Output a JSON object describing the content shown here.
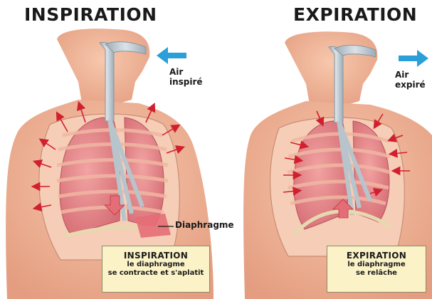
{
  "titles": {
    "left": "INSPIRATION",
    "right": "EXPIRATION"
  },
  "air_labels": {
    "left": [
      "Air",
      "inspiré"
    ],
    "right": [
      "Air",
      "expiré"
    ]
  },
  "diaphragm_label": "Diaphragme",
  "boxes": {
    "left": {
      "title": "INSPIRATION",
      "lines": [
        "le diaphragme",
        "se contracte et s'aplatit"
      ]
    },
    "right": {
      "title": "EXPIRATION",
      "lines": [
        "le diaphragme",
        "se relâche"
      ]
    }
  },
  "colors": {
    "skin": "#f2b79a",
    "skin_shadow": "#e39a7b",
    "lung": "#e98a8d",
    "lung_dark": "#c9616a",
    "trachea": "#b8c4cc",
    "arrow_red": "#d0202f",
    "arrow_blue": "#2a9fd8",
    "box_bg": "#fbf3c7"
  }
}
